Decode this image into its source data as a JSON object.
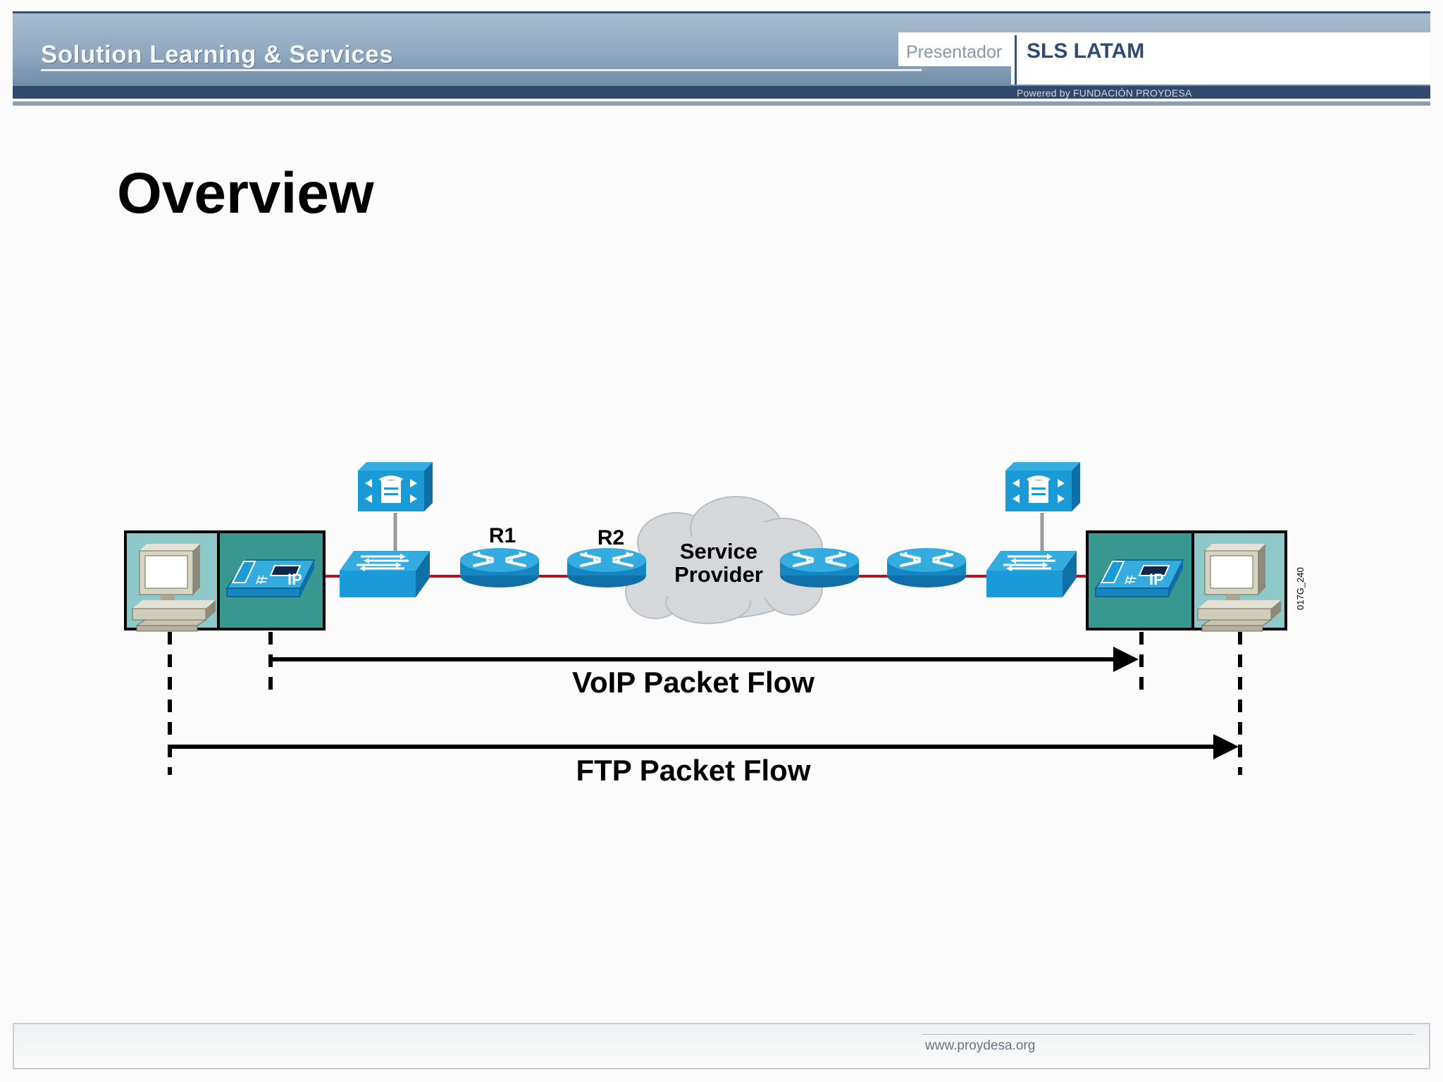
{
  "header": {
    "brand": "Solution Learning & Services",
    "presenter_label": "Presentador",
    "org_name": "SLS LATAM",
    "powered_by": "Powered by FUNDACIÓN PROYDESA"
  },
  "slide": {
    "title": "Overview"
  },
  "diagram": {
    "routers": [
      "R1",
      "R2"
    ],
    "cloud_label": [
      "Service",
      "Provider"
    ],
    "phone_label": "IP",
    "figure_code": "017G_240",
    "flows": [
      "VoIP Packet Flow",
      "FTP Packet Flow"
    ],
    "colors": {
      "device_blue": "#1b9ad8",
      "link_red": "#b0141c",
      "station_teal": "#38978f",
      "pc_panel": "#8ec8c8",
      "cloud_gray": "#d5d8db"
    }
  },
  "footer": {
    "url": "www.proydesa.org"
  }
}
